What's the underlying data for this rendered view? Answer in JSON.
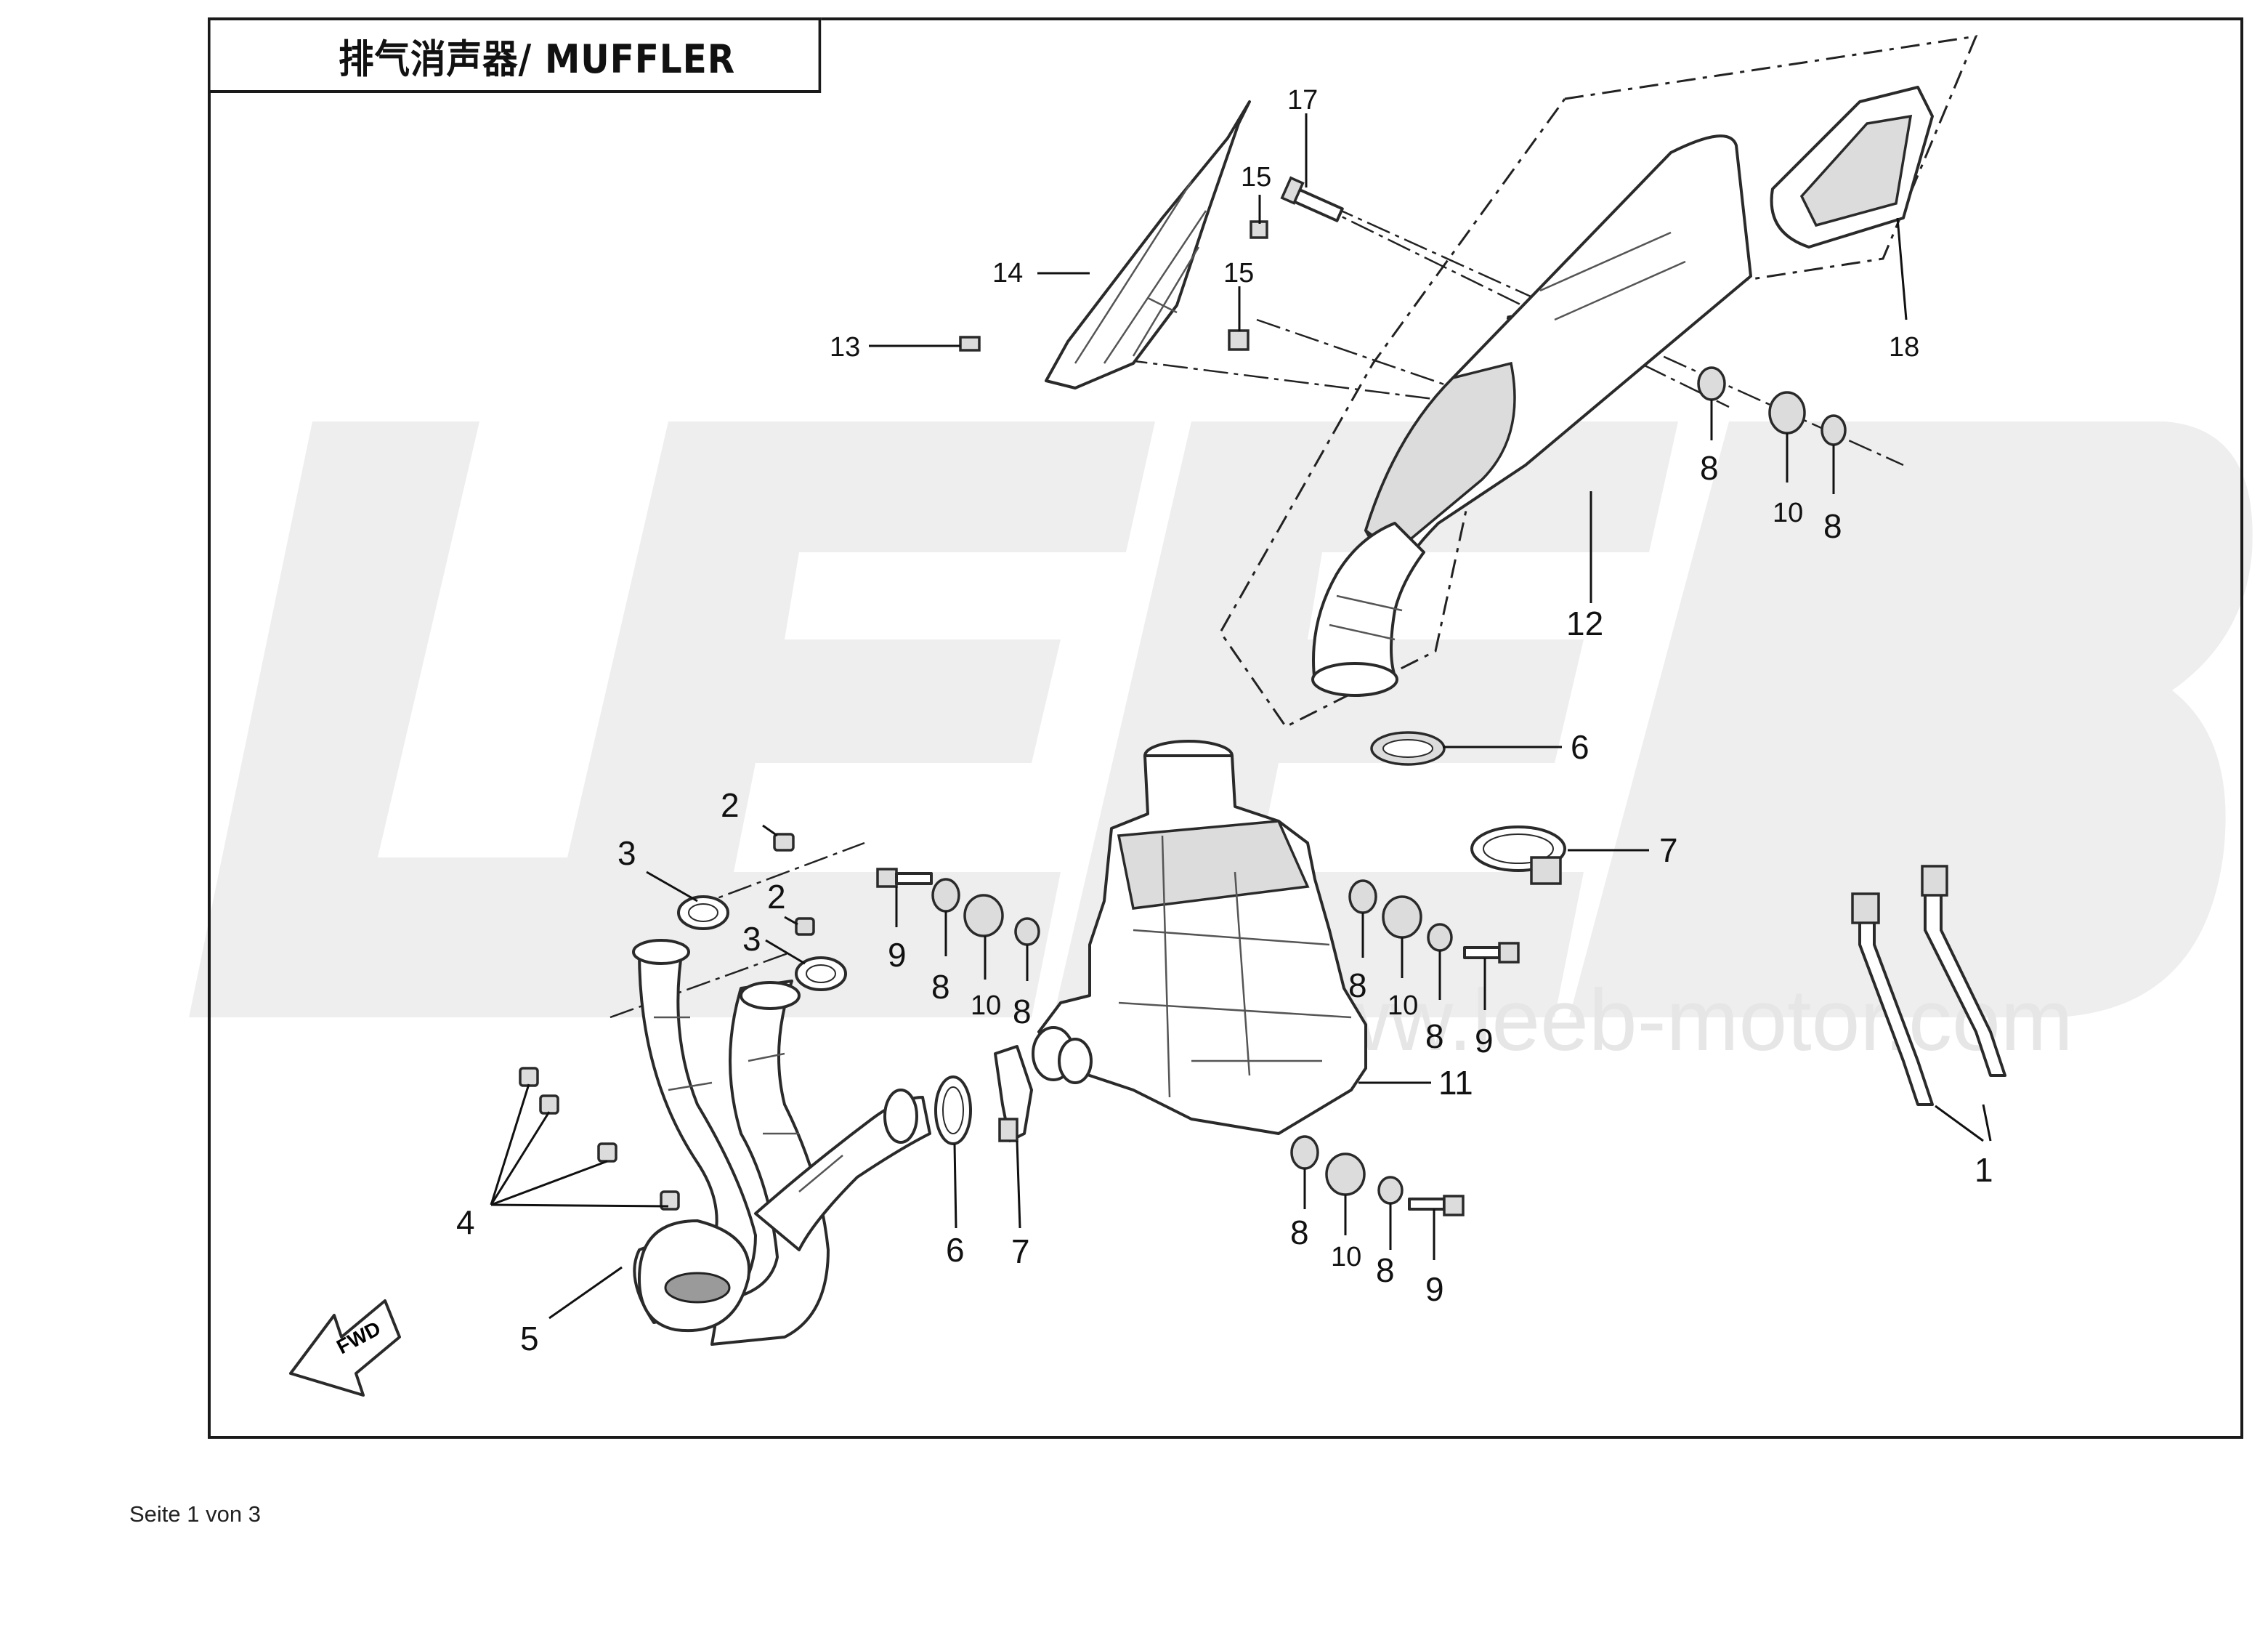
{
  "title": "排气消声器/ MUFFLER",
  "footer": "Seite 1 von 3",
  "watermark": {
    "logo": "LEEB",
    "url": "www.leeb-motor.com"
  },
  "fwd_label": "FWD",
  "callouts": [
    {
      "number": "1"
    },
    {
      "number": "2"
    },
    {
      "number": "2"
    },
    {
      "number": "3"
    },
    {
      "number": "3"
    },
    {
      "number": "4"
    },
    {
      "number": "5"
    },
    {
      "number": "6"
    },
    {
      "number": "6"
    },
    {
      "number": "7"
    },
    {
      "number": "7"
    },
    {
      "number": "8"
    },
    {
      "number": "8"
    },
    {
      "number": "8"
    },
    {
      "number": "8"
    },
    {
      "number": "8"
    },
    {
      "number": "8"
    },
    {
      "number": "8"
    },
    {
      "number": "8"
    },
    {
      "number": "9"
    },
    {
      "number": "9"
    },
    {
      "number": "9"
    },
    {
      "number": "10"
    },
    {
      "number": "10"
    },
    {
      "number": "10"
    },
    {
      "number": "10"
    },
    {
      "number": "11"
    },
    {
      "number": "12"
    },
    {
      "number": "13"
    },
    {
      "number": "14"
    },
    {
      "number": "15"
    },
    {
      "number": "15"
    },
    {
      "number": "17"
    },
    {
      "number": "18"
    }
  ]
}
